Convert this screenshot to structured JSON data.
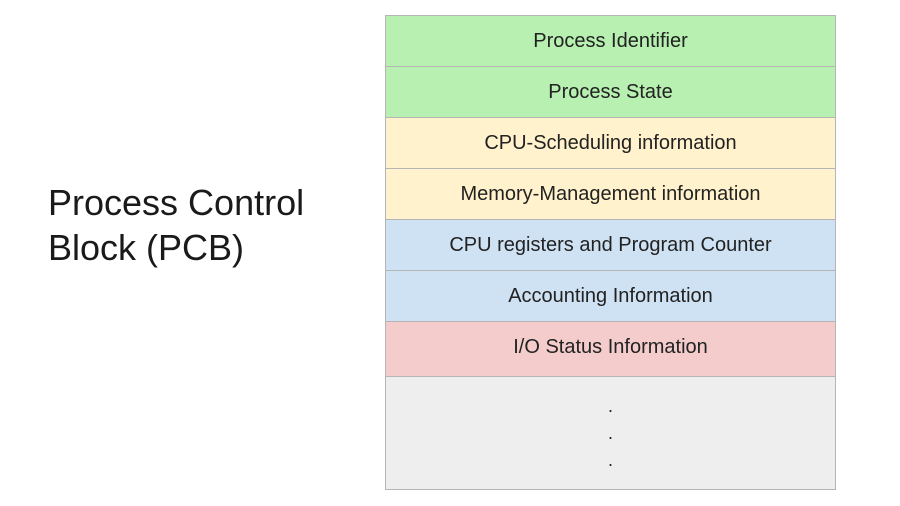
{
  "title": {
    "line1": "Process Control",
    "line2": "Block (PCB)"
  },
  "pcb_fields": [
    "Process Identifier",
    "Process State",
    "CPU-Scheduling information",
    "Memory-Management information",
    "CPU registers and Program Counter",
    "Accounting Information",
    "I/O Status Information"
  ],
  "continuation_dots": [
    ".",
    ".",
    "."
  ],
  "colors": {
    "identity": "#b7f0b1",
    "scheduling_memory": "#fff2cc",
    "registers_accounting": "#cfe2f3",
    "io": "#f4cccc",
    "more": "#eeeeee"
  }
}
